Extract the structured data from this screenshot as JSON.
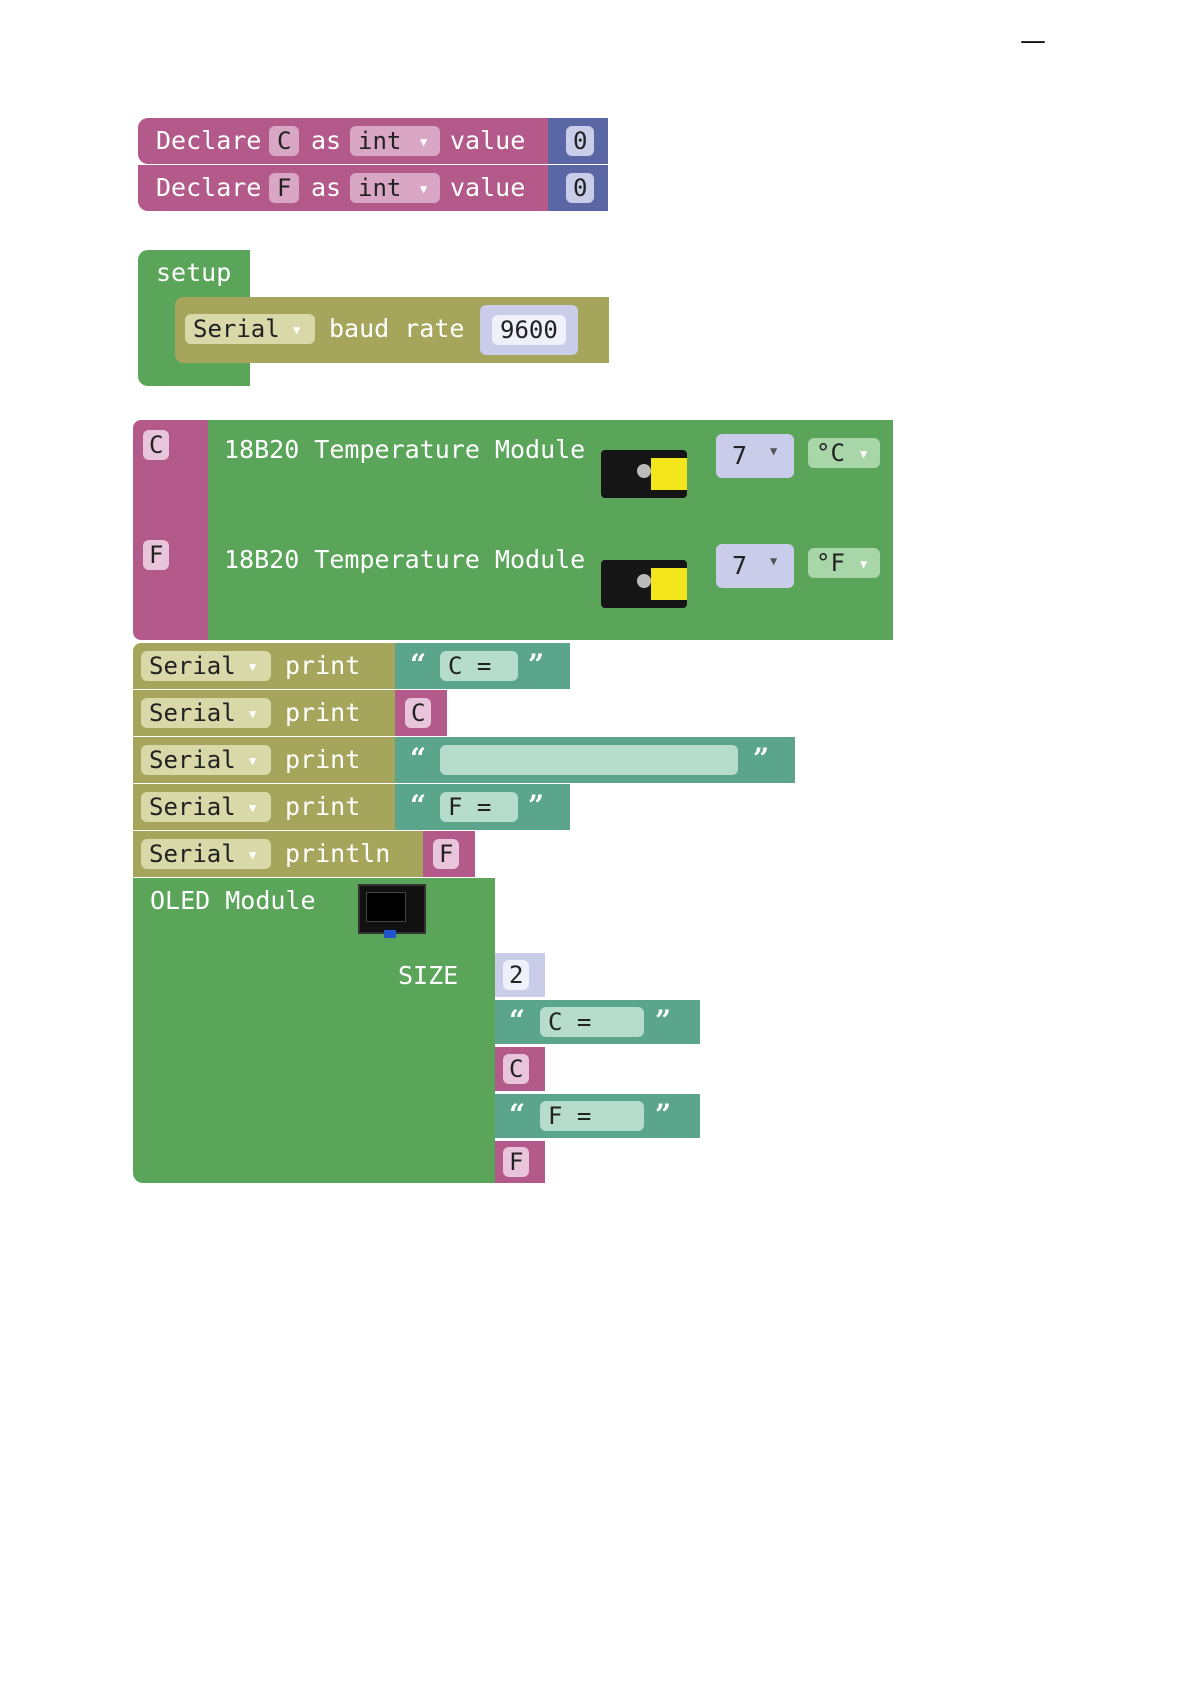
{
  "page": {
    "corner_mark": "—"
  },
  "declares": [
    {
      "kw": "Declare",
      "var": "C",
      "as": "as",
      "type": "int",
      "value_kw": "value",
      "value": "0"
    },
    {
      "kw": "Declare",
      "var": "F",
      "as": "as",
      "type": "int",
      "value_kw": "value",
      "value": "0"
    }
  ],
  "setup": {
    "label": "setup",
    "serial_label": "Serial",
    "baud_label": "baud rate",
    "baud_value": "9600"
  },
  "temp": [
    {
      "var": "C",
      "label": "18B20 Temperature Module",
      "pin": "7",
      "unit": "°C"
    },
    {
      "var": "F",
      "label": "18B20 Temperature Module",
      "pin": "7",
      "unit": "°F"
    }
  ],
  "prints": [
    {
      "serial": "Serial",
      "action": "print",
      "kind": "text",
      "text": "C ="
    },
    {
      "serial": "Serial",
      "action": "print",
      "kind": "var",
      "text": "C"
    },
    {
      "serial": "Serial",
      "action": "print",
      "kind": "text",
      "text": ""
    },
    {
      "serial": "Serial",
      "action": "print",
      "kind": "text",
      "text": "F ="
    },
    {
      "serial": "Serial",
      "action": "println",
      "kind": "var",
      "text": "F"
    }
  ],
  "oled": {
    "label": "OLED Module",
    "size_label": "SIZE",
    "size_value": "2",
    "items": [
      {
        "kind": "text",
        "text": "C  ="
      },
      {
        "kind": "var",
        "text": "C"
      },
      {
        "kind": "text",
        "text": "F  ="
      },
      {
        "kind": "var",
        "text": "F"
      }
    ]
  },
  "glyphs": {
    "open_quote": "“",
    "close_quote": "”",
    "dropdown": "▼"
  },
  "colors": {
    "variable": "#b35a8a",
    "variable_field": "#d9a6c4",
    "math": "#5b67a5",
    "math_field": "#c9cdea",
    "procedure": "#5ba55b",
    "serial": "#a5a55b",
    "serial_field": "#d8d8a8",
    "text": "#5ba58c",
    "text_field": "#b6dccd"
  }
}
